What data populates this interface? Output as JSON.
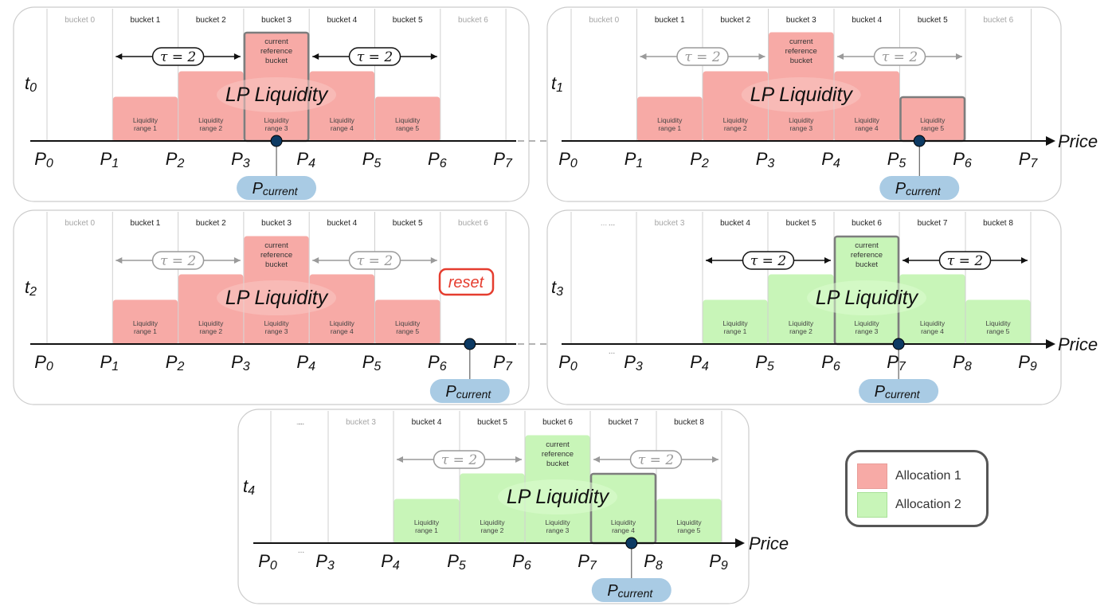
{
  "colors": {
    "alloc1_fill": "#f7aaa6",
    "alloc1_fill_light": "#fac6c2",
    "alloc2_fill": "#c8f5b8",
    "alloc2_fill_light": "#dcfbd0",
    "axis": "#111111",
    "panel_border": "#cccccc",
    "current_dot": "#0d3a63",
    "current_pill": "#a9cbe4",
    "reset_red": "#e53d2f",
    "tau_dark": "#111111",
    "tau_light": "#9a9a9a"
  },
  "common": {
    "lp_label": "LP Liquidity",
    "price_label": "Price",
    "current_label": "current",
    "current_label_2": "reference",
    "current_label_3": "bucket",
    "tau_label": "τ = 2",
    "liq_label": "Liquidity",
    "range_prefix": "range",
    "p_current_main": "P",
    "p_current_sub": "current",
    "ellipsis": "..."
  },
  "panels": [
    {
      "id": "t0",
      "time_main": "t",
      "time_sub": "0",
      "allocation": 1,
      "tau_style": "dark",
      "buckets": [
        "bucket 0",
        "bucket 1",
        "bucket 2",
        "bucket 3",
        "bucket 4",
        "bucket 5",
        "bucket 6"
      ],
      "bucket_active": [
        false,
        true,
        true,
        true,
        true,
        true,
        false
      ],
      "prices": [
        [
          "P",
          "0"
        ],
        [
          "P",
          "1"
        ],
        [
          "P",
          "2"
        ],
        [
          "P",
          "3"
        ],
        [
          "P",
          "4"
        ],
        [
          "P",
          "5"
        ],
        [
          "P",
          "6"
        ],
        [
          "P",
          "7"
        ]
      ],
      "ranges": [
        1,
        2,
        3,
        4,
        5
      ],
      "reference_index": 2,
      "highlight_index": 2,
      "current_position": 3.5,
      "show_price_label": false,
      "reset_label": ""
    },
    {
      "id": "t1",
      "time_main": "t",
      "time_sub": "1",
      "allocation": 1,
      "tau_style": "light",
      "buckets": [
        "bucket 0",
        "bucket 1",
        "bucket 2",
        "bucket 3",
        "bucket 4",
        "bucket 5",
        "bucket 6"
      ],
      "bucket_active": [
        false,
        true,
        true,
        true,
        true,
        true,
        false
      ],
      "prices": [
        [
          "P",
          "0"
        ],
        [
          "P",
          "1"
        ],
        [
          "P",
          "2"
        ],
        [
          "P",
          "3"
        ],
        [
          "P",
          "4"
        ],
        [
          "P",
          "5"
        ],
        [
          "P",
          "6"
        ],
        [
          "P",
          "7"
        ]
      ],
      "ranges": [
        1,
        2,
        3,
        4,
        5
      ],
      "reference_index": 2,
      "highlight_index": 4,
      "current_position": 5.3,
      "show_price_label": true,
      "reset_label": ""
    },
    {
      "id": "t2",
      "time_main": "t",
      "time_sub": "2",
      "allocation": 1,
      "tau_style": "light",
      "buckets": [
        "bucket 0",
        "bucket 1",
        "bucket 2",
        "bucket 3",
        "bucket 4",
        "bucket 5",
        "bucket 6"
      ],
      "bucket_active": [
        false,
        true,
        true,
        true,
        true,
        true,
        false
      ],
      "prices": [
        [
          "P",
          "0"
        ],
        [
          "P",
          "1"
        ],
        [
          "P",
          "2"
        ],
        [
          "P",
          "3"
        ],
        [
          "P",
          "4"
        ],
        [
          "P",
          "5"
        ],
        [
          "P",
          "6"
        ],
        [
          "P",
          "7"
        ]
      ],
      "ranges": [
        1,
        2,
        3,
        4,
        5
      ],
      "reference_index": 2,
      "highlight_index": -1,
      "current_position": 6.45,
      "show_price_label": false,
      "reset_label": "reset"
    },
    {
      "id": "t3",
      "time_main": "t",
      "time_sub": "3",
      "allocation": 2,
      "tau_style": "dark",
      "buckets": [
        "...",
        "bucket 3",
        "bucket 4",
        "bucket 5",
        "bucket 6",
        "bucket 7",
        "bucket 8"
      ],
      "bucket_active": [
        false,
        false,
        true,
        true,
        true,
        true,
        true
      ],
      "prices": [
        [
          "P",
          "0"
        ],
        [
          "...",
          ""
        ],
        [
          "P",
          "3"
        ],
        [
          "P",
          "4"
        ],
        [
          "P",
          "5"
        ],
        [
          "P",
          "6"
        ],
        [
          "P",
          "7"
        ],
        [
          "P",
          "8"
        ],
        [
          "P",
          "9"
        ]
      ],
      "ranges": [
        1,
        2,
        3,
        4,
        5
      ],
      "reference_index": 2,
      "highlight_index": 2,
      "current_position": 5.7,
      "show_price_label": true,
      "reset_label": ""
    },
    {
      "id": "t4",
      "time_main": "t",
      "time_sub": "4",
      "allocation": 2,
      "tau_style": "light",
      "buckets": [
        "...",
        "bucket 3",
        "bucket 4",
        "bucket 5",
        "bucket 6",
        "bucket 7",
        "bucket 8"
      ],
      "bucket_active": [
        false,
        false,
        true,
        true,
        true,
        true,
        true
      ],
      "prices": [
        [
          "P",
          "0"
        ],
        [
          "...",
          ""
        ],
        [
          "P",
          "3"
        ],
        [
          "P",
          "4"
        ],
        [
          "P",
          "5"
        ],
        [
          "P",
          "6"
        ],
        [
          "P",
          "7"
        ],
        [
          "P",
          "8"
        ],
        [
          "P",
          "9"
        ]
      ],
      "ranges": [
        1,
        2,
        3,
        4,
        5
      ],
      "reference_index": 2,
      "highlight_index": 3,
      "current_position": 6.4,
      "show_price_label": true,
      "reset_label": ""
    }
  ],
  "legend": {
    "items": [
      {
        "label": "Allocation 1",
        "color": "#f7aaa6"
      },
      {
        "label": "Allocation 2",
        "color": "#c8f5b8"
      }
    ]
  }
}
